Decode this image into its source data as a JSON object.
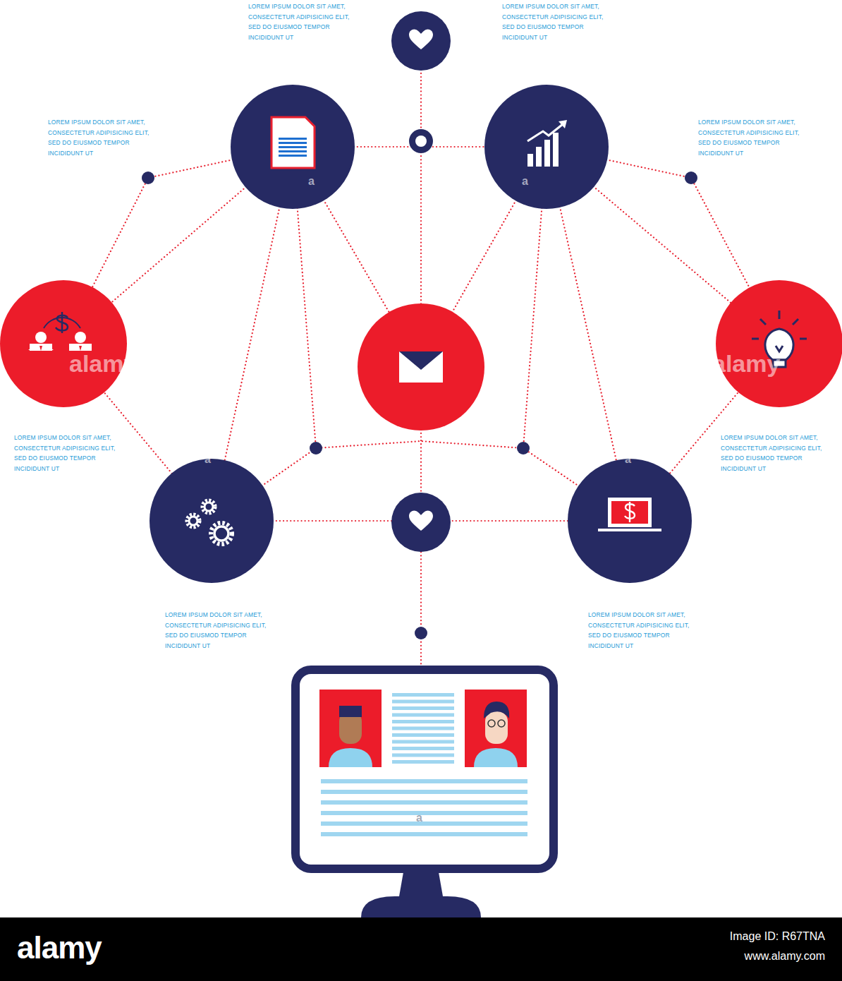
{
  "diagram": {
    "labels": [
      "LOREM IPSUM DOLOR SIT AMET, CONSECTETUR ADIPISICING ELIT, SED DO EIUSMOD TEMPOR INCIDIDUNT UT",
      "LOREM IPSUM DOLOR SIT AMET, CONSECTETUR ADIPISICING ELIT, SED DO EIUSMOD TEMPOR INCIDIDUNT UT",
      "LOREM IPSUM DOLOR SIT AMET, CONSECTETUR ADIPISICING ELIT, SED DO EIUSMOD TEMPOR INCIDIDUNT UT",
      "LOREM IPSUM DOLOR SIT AMET, CONSECTETUR ADIPISICING ELIT, SED DO EIUSMOD TEMPOR INCIDIDUNT UT",
      "LOREM IPSUM DOLOR SIT AMET, CONSECTETUR ADIPISICING ELIT, SED DO EIUSMOD TEMPOR INCIDIDUNT UT",
      "LOREM IPSUM DOLOR SIT AMET, CONSECTETUR ADIPISICING ELIT, SED DO EIUSMOD TEMPOR INCIDIDUNT UT",
      "LOREM IPSUM DOLOR SIT AMET, CONSECTETUR ADIPISICING ELIT, SED DO EIUSMOD TEMPOR INCIDIDUNT UT",
      "LOREM IPSUM DOLOR SIT AMET, CONSECTETUR ADIPISICING ELIT, SED DO EIUSMOD TEMPOR INCIDIDUNT UT",
      "alamy",
      "alamy",
      "a",
      "a",
      "a",
      "a",
      "a",
      "alamy",
      "Image ID: R67TNA",
      "www.alamy.com"
    ]
  }
}
